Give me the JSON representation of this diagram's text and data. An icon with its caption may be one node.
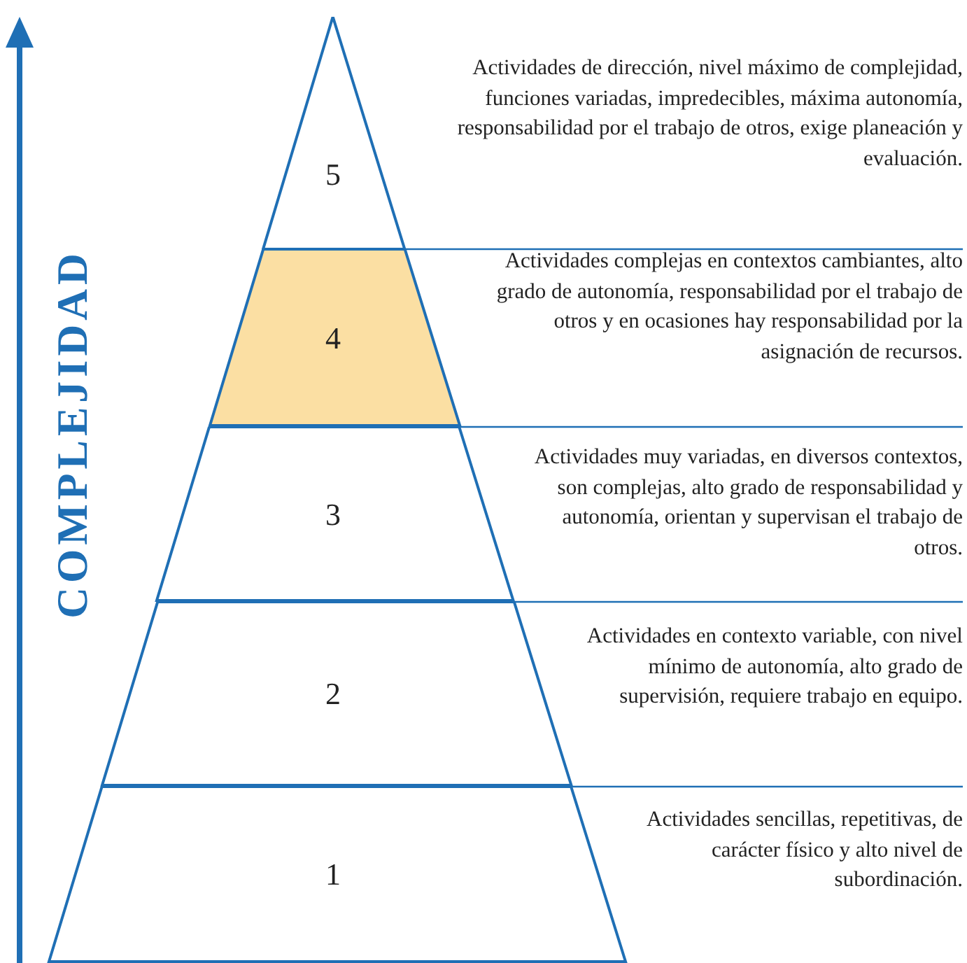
{
  "diagram": {
    "nodes": [
      {
        "text": [
          "5"
        ],
        "beside": [
          "Actividades de dirección, nivel máximo de complejidad, funciones variadas, impredecibles, máxima autonomía, responsabilidad por el trabajo de otros, exige planeación y evaluación."
        ]
      },
      {
        "text": [
          "4"
        ],
        "beside": [
          "Actividades complejas en contextos cambiantes, alto grado de autonomía, responsabilidad por el trabajo de otros y en ocasiones hay responsabilidad por la asignación de recursos."
        ]
      },
      {
        "text": [
          "3"
        ],
        "beside": [
          "Actividades muy variadas, en diversos contextos, son complejas, alto grado de responsabilidad y autonomía, orientan y supervisan el trabajo de otros."
        ]
      },
      {
        "text": [
          "2"
        ],
        "beside": [
          "Actividades en contexto variable, con nivel mínimo de autonomía, alto grado de supervisión, requiere trabajo en equipo."
        ]
      },
      {
        "text": [
          "1"
        ],
        "beside": [
          "Actividades sencillas, repetitivas, de carácter físico y alto nivel de subordinación."
        ]
      }
    ],
    "labels": [
      "COMPLEJIDAD"
    ]
  }
}
